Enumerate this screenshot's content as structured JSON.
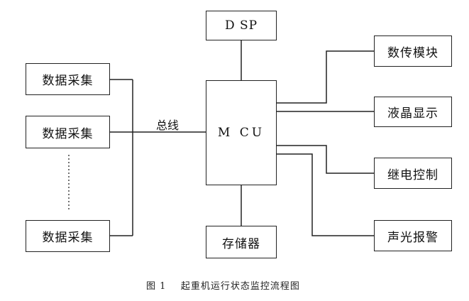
{
  "blocks": {
    "dsp": "D SP",
    "mcu": "M CU",
    "storage": "存储器",
    "data_acq": [
      "数据采集",
      "数据采集",
      "数据采集"
    ],
    "outputs": [
      "数传模块",
      "液晶显示",
      "继电控制",
      "声光报警"
    ]
  },
  "bus_label": "总线",
  "caption": "图 1    起重机运行状态监控流程图"
}
